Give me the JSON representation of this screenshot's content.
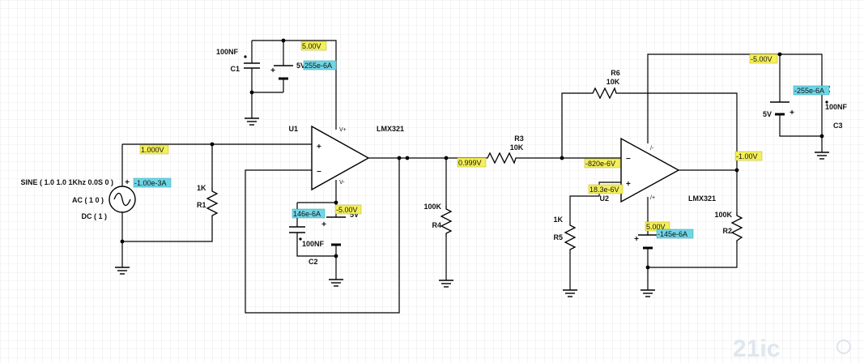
{
  "colors": {
    "wire": "#000000",
    "grid": "#dcdcdc",
    "voltage_probe": "#f4ef5a",
    "current_probe": "#6fd6e6"
  },
  "components": {
    "U1": {
      "ref": "U1",
      "part": "LMX321",
      "vplus": "V+",
      "vminus": "V-"
    },
    "U2": {
      "ref": "U2",
      "part": "LMX321",
      "vplus": "/+",
      "vminus": "/-"
    },
    "R1": {
      "ref": "R1",
      "value": "1K"
    },
    "R2": {
      "ref": "R2",
      "value": "100K"
    },
    "R3": {
      "ref": "R3",
      "value": "10K"
    },
    "R4": {
      "ref": "R4",
      "value": "100K"
    },
    "R5": {
      "ref": "R5",
      "value": "1K"
    },
    "R6": {
      "ref": "R6",
      "value": "10K"
    },
    "C1": {
      "ref": "C1",
      "value": "100NF"
    },
    "C2": {
      "ref": "C2",
      "value": "100NF"
    },
    "C3": {
      "ref": "C3",
      "value": "100NF"
    },
    "B1": {
      "value": "5V"
    },
    "B2": {
      "value": "5V"
    },
    "B3": {
      "value": "5V"
    },
    "source": {
      "sine": "SINE ( 1.0 1.0 1Khz 0.0S 0 )",
      "ac": "AC ( 1 0 )",
      "dc": "DC ( 1 )",
      "plus": "+"
    }
  },
  "probes": {
    "v_c1_top": "5.00V",
    "i_b1": "255e-6A",
    "v_input": "1.000V",
    "i_source": "-1.00e-3A",
    "i_c2": "146e-6A",
    "v_u1_vminus": "-5.00V",
    "v_r3_left": "0.999V",
    "v_u2_inv": "-820e-6V",
    "v_u2_noninv": "18.3e-6V",
    "v_u2_vplus": "5.00V",
    "i_u2_vplus": "-145e-6A",
    "v_u2_vminus": "-5.00V",
    "i_c3": "-255e-6A",
    "v_output": "-1.00V"
  }
}
